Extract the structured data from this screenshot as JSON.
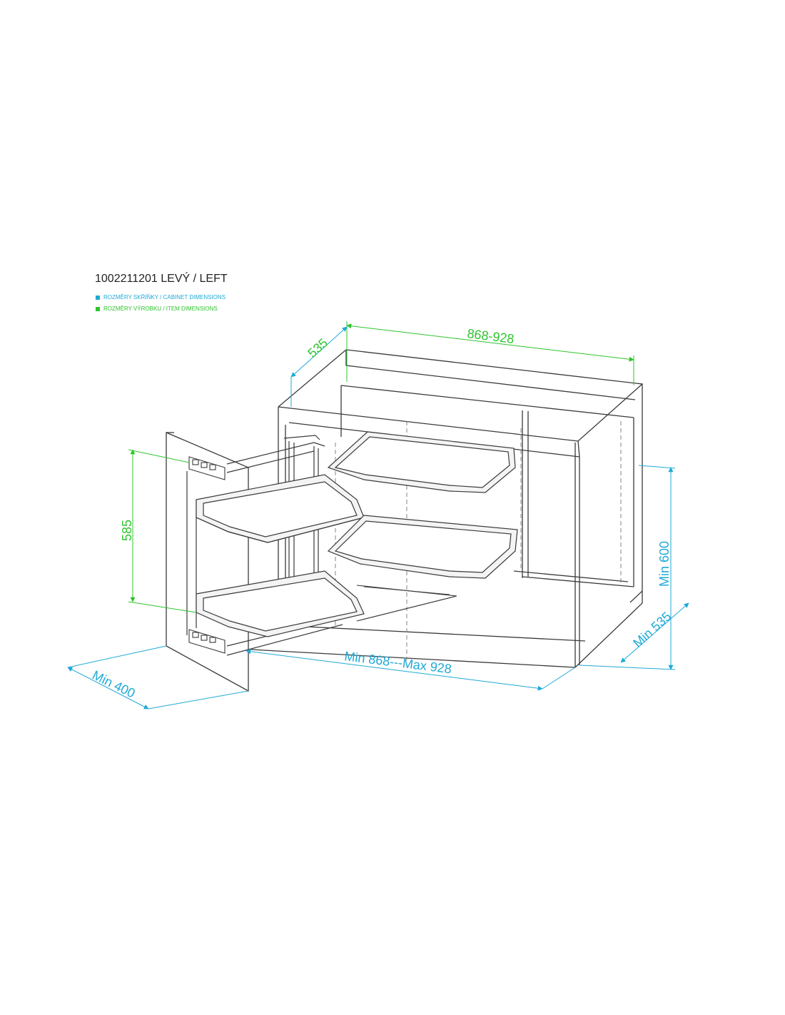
{
  "title": "1002211201 LEVÝ / LEFT",
  "legend": {
    "cabinet": {
      "label": "ROZMĚRY SKŘÍŇKY / CABINET DIMENSIONS",
      "color": "#1fa9d6"
    },
    "item": {
      "label": "ROZMĚRY VÝROBKU / ITEM DIMENSIONS",
      "color": "#2ec42e"
    }
  },
  "dimensions": {
    "depth_item": "535",
    "width_item": "868-928",
    "height_item": "585",
    "height_cabinet": "Min 600",
    "depth_cabinet": "Min 535",
    "width_cabinet": "Min 868---Max 928",
    "door_cabinet": "Min 400"
  },
  "colors": {
    "cabinet_dim": "#1fa9d6",
    "item_dim": "#2ec42e",
    "line": "#3a3a3a",
    "shelf_fill": "#f4f4f4"
  }
}
